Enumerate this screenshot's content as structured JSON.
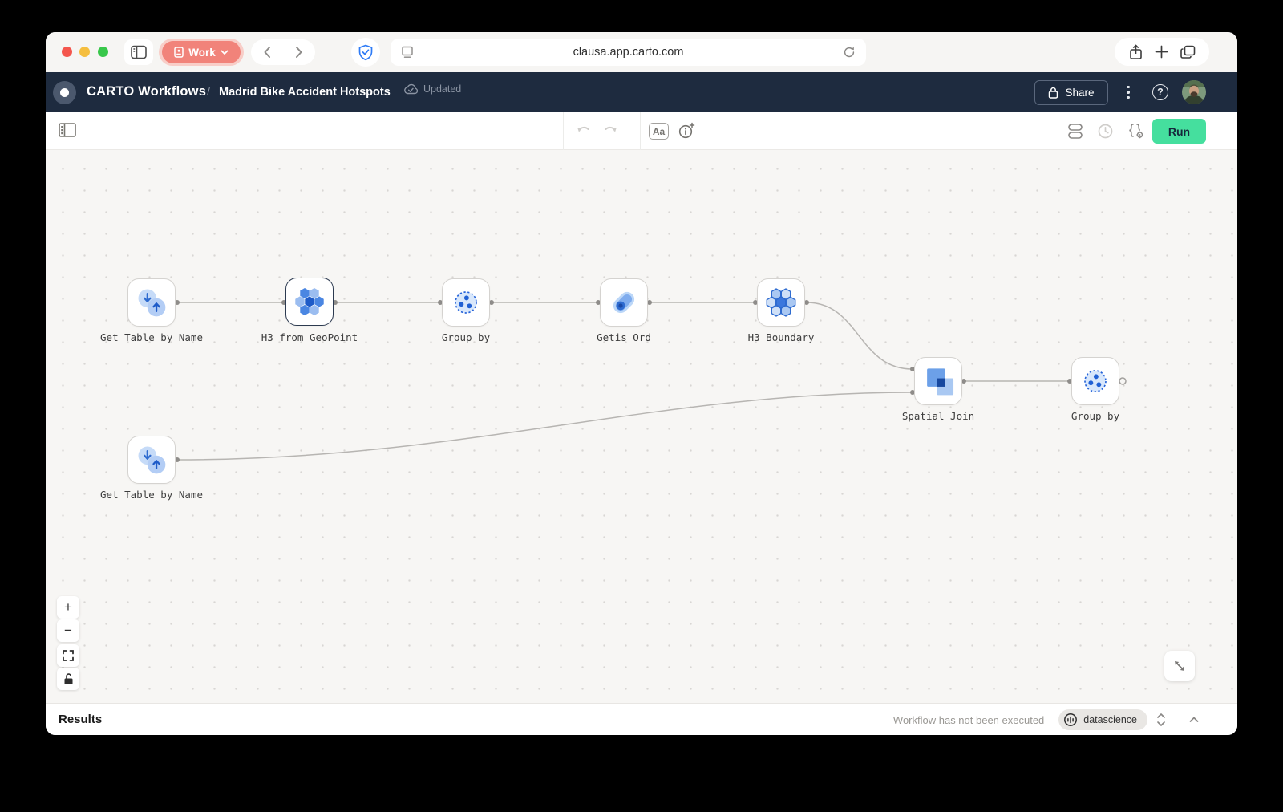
{
  "browser": {
    "profile_button": "Work",
    "url": "clausa.app.carto.com"
  },
  "app_header": {
    "brand": "CARTO Workflows",
    "separator": "/",
    "document_title": "Madrid Bike Accident Hotspots",
    "save_status": "Updated",
    "share_button": "Share"
  },
  "toolbar": {
    "format_button": "Aa",
    "run_button": "Run"
  },
  "canvas": {
    "nodes": [
      {
        "label": "Get Table by Name"
      },
      {
        "label": "H3 from GeoPoint"
      },
      {
        "label": "Group by"
      },
      {
        "label": "Getis Ord"
      },
      {
        "label": "H3 Boundary"
      },
      {
        "label": "Spatial Join"
      },
      {
        "label": "Group by"
      },
      {
        "label": "Get Table by Name"
      }
    ],
    "zoom_controls": {
      "zoom_in": "+",
      "zoom_out": "−"
    }
  },
  "results_bar": {
    "title": "Results",
    "status": "Workflow has not been executed",
    "connection": "datascience"
  },
  "colors": {
    "header_bg": "#1e2b3f",
    "run_button": "#45df9e",
    "accent_blue": "#2563d9",
    "profile_pill": "#f1837a"
  }
}
